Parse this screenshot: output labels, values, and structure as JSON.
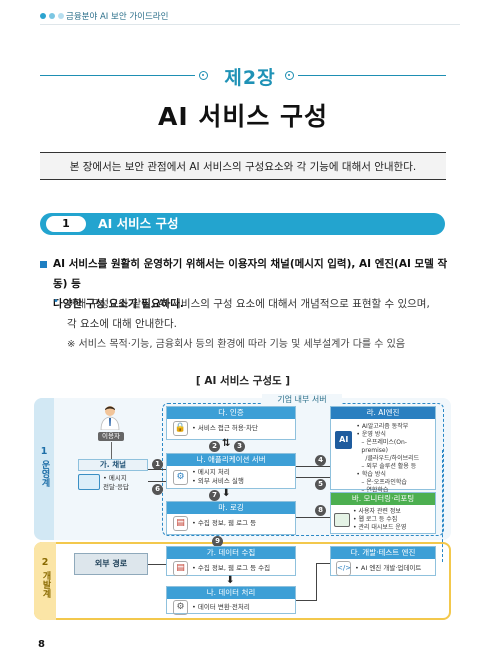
{
  "header": {
    "running_title": "금융분야 AI 보안 가이드라인",
    "dot_colors": [
      "#2ba3cf",
      "#7cc6e2",
      "#b7dff0"
    ]
  },
  "chapter": {
    "label": "제2장",
    "title": "AI 서비스 구성"
  },
  "intro": "본 장에서는 보안 관점에서 AI 서비스의 구성요소와 각 기능에 대해서 안내한다.",
  "section": {
    "number": "1",
    "title": "AI 서비스 구성"
  },
  "body": {
    "para1_line1": "AI 서비스를 원활히 운영하기 위해서는 이용자의 채널(메시지 입력), AI 엔진(AI 모델 작동) 등",
    "para1_line2": "다양한 구성 요소가 필요하다.",
    "bullet_marker": "•",
    "para2_line1": "아래 구성도와 같이, AI 서비스의 구성 요소에 대해서 개념적으로 표현할 수 있으며,",
    "para2_line2": "각 요소에 대해 안내한다.",
    "note": "※ 서비스 목적·기능, 금융회사 등의 환경에 따라 기능 및 세부설계가 다를 수 있음"
  },
  "figure": {
    "title": "[ AI 서비스 구성도 ]",
    "op_num": "1",
    "op_label": "운영계",
    "dev_num": "2",
    "dev_label": "개발계",
    "internal_label": "기업 내부 서버",
    "user_label": "이용자",
    "channel": {
      "title": "가. 채널",
      "items": [
        "• 메시지",
        "전달·응답"
      ]
    },
    "auth": {
      "title": "다. 인증",
      "items": [
        "• 서비스 접근 허용·차단"
      ]
    },
    "app_server": {
      "title": "나. 애플리케이션 서버",
      "items": [
        "• 메시지 처리",
        "• 외부 서비스 실행"
      ]
    },
    "logging": {
      "title": "마. 로깅",
      "items": [
        "• 수집 정보, 웹 로그 등"
      ]
    },
    "ai_engine": {
      "title": "라. AI엔진",
      "icon_text": "AI",
      "items": [
        "• AI알고리즘 동작부",
        "• 운영 방식",
        "– 온프레미스(On-premise)",
        "/클라우드/하이브리드",
        "– 외부 솔루션 활용 등",
        "• 학습 방식",
        "– 온·오프라인학습",
        "– 연합학습"
      ]
    },
    "monitoring": {
      "title": "바. 모니터링·리포팅",
      "items": [
        "• 사용자 관련 정보",
        "• 웹 로그 등 수집",
        "• 관리 대시보드 운영"
      ]
    },
    "external_path": "외부 경로",
    "data_collect": {
      "title": "가. 데이터 수집",
      "items": [
        "• 수집 정보, 웹 로그 등 수집"
      ]
    },
    "data_process": {
      "title": "나. 데이터 처리",
      "items": [
        "• 데이터 변환·전처리"
      ]
    },
    "dev_test": {
      "title": "다. 개발·테스트 엔진",
      "items": [
        "• AI 엔진 개발·업데이트"
      ]
    },
    "badges": [
      "1",
      "2",
      "3",
      "4",
      "5",
      "6",
      "7",
      "8",
      "9"
    ]
  },
  "page_number": "8"
}
